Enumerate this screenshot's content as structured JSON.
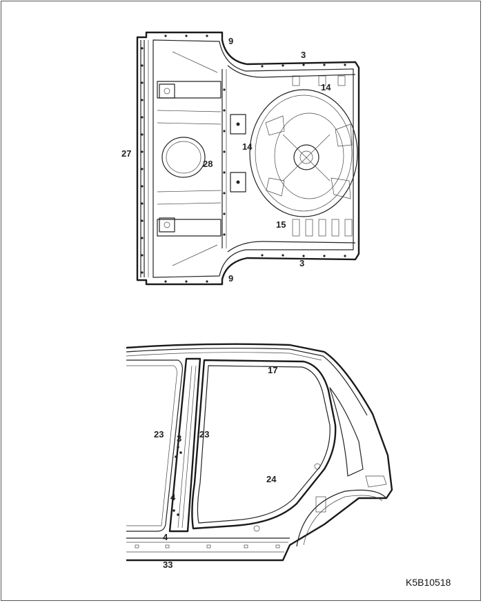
{
  "callouts": {
    "floor_9_top": "9",
    "floor_3_top": "3",
    "floor_14_upper": "14",
    "floor_27": "27",
    "floor_14_center": "14",
    "floor_28": "28",
    "floor_15": "15",
    "floor_3_bottom": "3",
    "floor_9_bottom": "9",
    "side_17": "17",
    "side_23_left": "23",
    "side_3": "3",
    "side_23_right": "23",
    "side_24": "24",
    "side_4_upper": "4",
    "side_4_lower": "4",
    "side_33": "33"
  },
  "figure_ref": "K5B10518",
  "colors": {
    "line": "#1a1a1a",
    "frame": "#555555",
    "background": "#ffffff"
  }
}
